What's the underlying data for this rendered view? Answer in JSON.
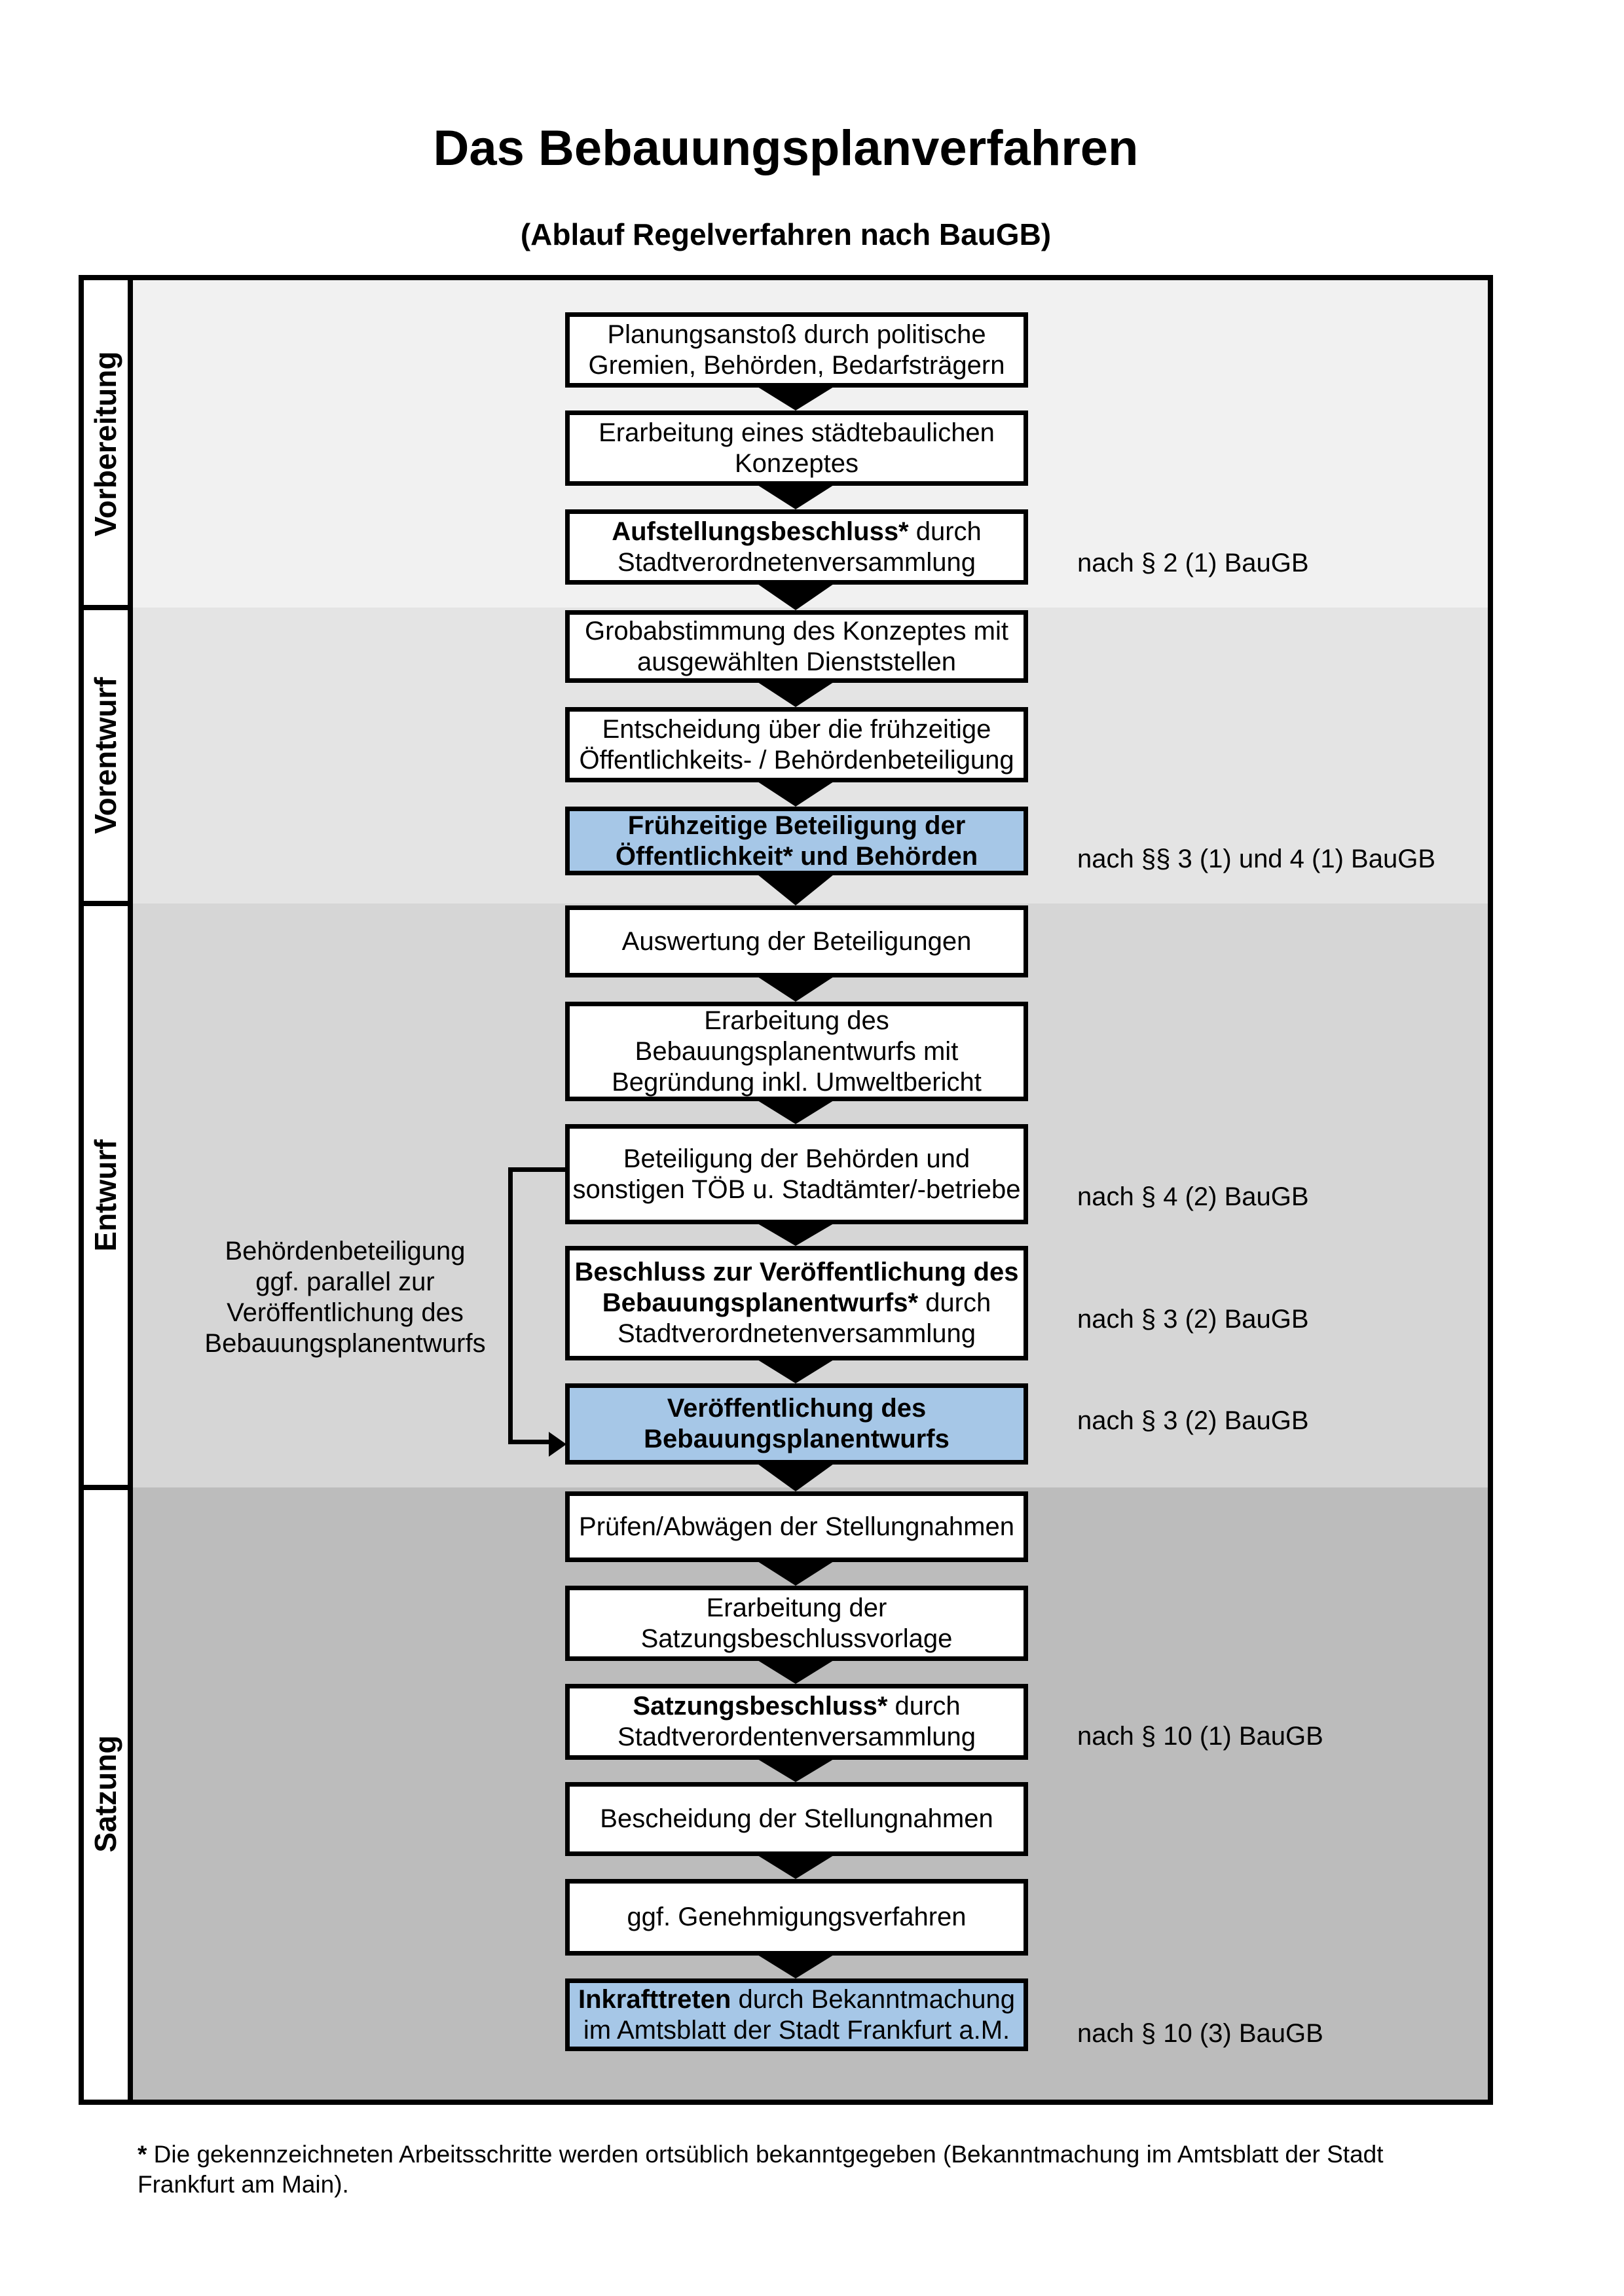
{
  "title": "Das Bebauungsplanverfahren",
  "subtitle": "(Ablauf Regelverfahren nach BauGB)",
  "phases": [
    {
      "label": "Vorbereitung"
    },
    {
      "label": "Vorentwurf"
    },
    {
      "label": "Entwurf"
    },
    {
      "label": "Satzung"
    }
  ],
  "flow": {
    "boxes": [
      {
        "phase": "Vorbereitung",
        "highlight": false,
        "lines": [
          {
            "runs": [
              {
                "t": "Planungsanstoß durch politische",
                "b": false
              }
            ]
          },
          {
            "runs": [
              {
                "t": "Gremien, Behörden, Bedarfsträgern",
                "b": false
              }
            ]
          }
        ]
      },
      {
        "phase": "Vorbereitung",
        "highlight": false,
        "lines": [
          {
            "runs": [
              {
                "t": "Erarbeitung eines städtebaulichen",
                "b": false
              }
            ]
          },
          {
            "runs": [
              {
                "t": "Konzeptes",
                "b": false
              }
            ]
          }
        ]
      },
      {
        "phase": "Vorbereitung",
        "highlight": false,
        "ref": "nach § 2 (1) BauGB",
        "lines": [
          {
            "runs": [
              {
                "t": "Aufstellungsbeschluss*",
                "b": true
              },
              {
                "t": " durch",
                "b": false
              }
            ]
          },
          {
            "runs": [
              {
                "t": "Stadtverordnetenversammlung",
                "b": false
              }
            ]
          }
        ]
      },
      {
        "phase": "Vorentwurf",
        "highlight": false,
        "lines": [
          {
            "runs": [
              {
                "t": "Grobabstimmung des Konzeptes mit",
                "b": false
              }
            ]
          },
          {
            "runs": [
              {
                "t": "ausgewählten Dienststellen",
                "b": false
              }
            ]
          }
        ]
      },
      {
        "phase": "Vorentwurf",
        "highlight": false,
        "lines": [
          {
            "runs": [
              {
                "t": "Entscheidung über die frühzeitige",
                "b": false
              }
            ]
          },
          {
            "runs": [
              {
                "t": "Öffentlichkeits- / Behördenbeteiligung",
                "b": false
              }
            ]
          }
        ]
      },
      {
        "phase": "Vorentwurf",
        "highlight": true,
        "ref": "nach §§ 3 (1) und 4 (1) BauGB",
        "lines": [
          {
            "runs": [
              {
                "t": "Frühzeitige Beteiligung der",
                "b": true
              }
            ]
          },
          {
            "runs": [
              {
                "t": "Öffentlichkeit* und Behörden",
                "b": true
              }
            ]
          }
        ]
      },
      {
        "phase": "Entwurf",
        "highlight": false,
        "lines": [
          {
            "runs": [
              {
                "t": "Auswertung der Beteiligungen",
                "b": false
              }
            ]
          }
        ]
      },
      {
        "phase": "Entwurf",
        "highlight": false,
        "lines": [
          {
            "runs": [
              {
                "t": "Erarbeitung des",
                "b": false
              }
            ]
          },
          {
            "runs": [
              {
                "t": "Bebauungsplanentwurfs mit",
                "b": false
              }
            ]
          },
          {
            "runs": [
              {
                "t": "Begründung inkl. Umweltbericht",
                "b": false
              }
            ]
          }
        ]
      },
      {
        "phase": "Entwurf",
        "highlight": false,
        "ref": "nach § 4 (2) BauGB",
        "lines": [
          {
            "runs": [
              {
                "t": "Beteiligung der Behörden und",
                "b": false
              }
            ]
          },
          {
            "runs": [
              {
                "t": "sonstigen TÖB u. Stadtämter/-betriebe",
                "b": false
              }
            ]
          }
        ]
      },
      {
        "phase": "Entwurf",
        "highlight": false,
        "ref": "nach § 3 (2) BauGB",
        "lines": [
          {
            "runs": [
              {
                "t": "Beschluss zur Veröffentlichung des",
                "b": true
              }
            ]
          },
          {
            "runs": [
              {
                "t": "Bebauungsplanentwurfs*",
                "b": true
              },
              {
                "t": " durch",
                "b": false
              }
            ]
          },
          {
            "runs": [
              {
                "t": "Stadtverordnetenversammlung",
                "b": false
              }
            ]
          }
        ]
      },
      {
        "phase": "Entwurf",
        "highlight": true,
        "ref": "nach § 3 (2) BauGB",
        "lines": [
          {
            "runs": [
              {
                "t": "Veröffentlichung des",
                "b": true
              }
            ]
          },
          {
            "runs": [
              {
                "t": "Bebauungsplanentwurfs",
                "b": true
              }
            ]
          }
        ]
      },
      {
        "phase": "Satzung",
        "highlight": false,
        "lines": [
          {
            "runs": [
              {
                "t": "Prüfen/Abwägen der Stellungnahmen",
                "b": false
              }
            ]
          }
        ]
      },
      {
        "phase": "Satzung",
        "highlight": false,
        "lines": [
          {
            "runs": [
              {
                "t": "Erarbeitung der",
                "b": false
              }
            ]
          },
          {
            "runs": [
              {
                "t": "Satzungsbeschlussvorlage",
                "b": false
              }
            ]
          }
        ]
      },
      {
        "phase": "Satzung",
        "highlight": false,
        "ref": "nach § 10 (1) BauGB",
        "lines": [
          {
            "runs": [
              {
                "t": "Satzungsbeschluss*",
                "b": true
              },
              {
                "t": " durch",
                "b": false
              }
            ]
          },
          {
            "runs": [
              {
                "t": "Stadtverordentenversammlung",
                "b": false
              }
            ]
          }
        ]
      },
      {
        "phase": "Satzung",
        "highlight": false,
        "lines": [
          {
            "runs": [
              {
                "t": "Bescheidung der Stellungnahmen",
                "b": false
              }
            ]
          }
        ]
      },
      {
        "phase": "Satzung",
        "highlight": false,
        "lines": [
          {
            "runs": [
              {
                "t": "ggf. Genehmigungsverfahren",
                "b": false
              }
            ]
          }
        ]
      },
      {
        "phase": "Satzung",
        "highlight": true,
        "ref": "nach § 10 (3) BauGB",
        "lines": [
          {
            "runs": [
              {
                "t": "Inkrafttreten",
                "b": true
              },
              {
                "t": " durch Bekanntmachung",
                "b": false
              }
            ]
          },
          {
            "runs": [
              {
                "t": "im Amtsblatt der Stadt Frankfurt a.M.",
                "b": false
              }
            ]
          }
        ]
      }
    ]
  },
  "annotation": {
    "lines": [
      "Behördenbeteiligung",
      "ggf. parallel zur",
      "Veröffentlichung des",
      "Bebauungsplanentwurfs"
    ]
  },
  "footnote": {
    "lines": [
      {
        "runs": [
          {
            "t": "*",
            "b": true
          },
          {
            "t": " Die gekennzeichneten Arbeitsschritte werden ortsüblich bekanntgegeben (Bekanntmachung im Amtsblatt  der Stadt",
            "b": false
          }
        ]
      },
      {
        "runs": [
          {
            "t": "Frankfurt am Main).",
            "b": false
          }
        ]
      }
    ]
  },
  "colors": {
    "highlight_box": "#a6c7e7",
    "box_background": "#ffffff",
    "box_border": "#000000",
    "phase_backgrounds": [
      "#f1f1f1",
      "#e4e4e4",
      "#d6d6d6",
      "#bcbcbc"
    ]
  }
}
